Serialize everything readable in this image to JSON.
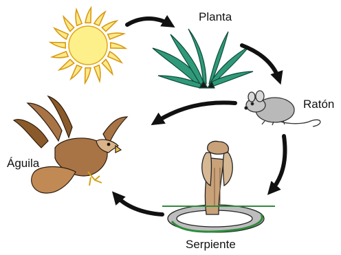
{
  "labels": {
    "plant": "Planta",
    "mouse": "Ratón",
    "snake": "Serpiente",
    "eagle": "Águila"
  },
  "nodes": [
    {
      "id": "sun",
      "icon": "sun-icon"
    },
    {
      "id": "plant",
      "icon": "plant-icon"
    },
    {
      "id": "mouse",
      "icon": "mouse-icon"
    },
    {
      "id": "snake",
      "icon": "cobra-icon"
    },
    {
      "id": "eagle",
      "icon": "eagle-icon"
    }
  ],
  "arrows": [
    {
      "from": "sun",
      "to": "plant"
    },
    {
      "from": "plant",
      "to": "mouse"
    },
    {
      "from": "mouse",
      "to": "eagle"
    },
    {
      "from": "mouse",
      "to": "snake"
    },
    {
      "from": "snake",
      "to": "eagle"
    }
  ],
  "colors": {
    "sun": "#fdf08a",
    "sun_outline": "#e0a51c",
    "plant": "#2f9a79",
    "mouse": "#b9b9b9",
    "snake": "#c9a27a",
    "snake_band": "#2e8b3b",
    "eagle": "#a87446",
    "arrow": "#111111"
  }
}
